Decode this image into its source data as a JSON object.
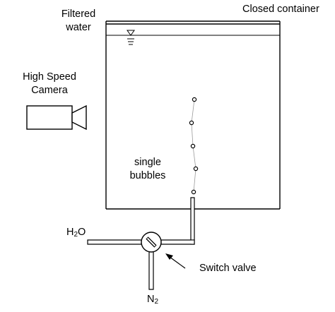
{
  "labels": {
    "filtered_water_line1": "Filtered",
    "filtered_water_line2": "water",
    "closed_container": "Closed container",
    "camera_line1": "High Speed",
    "camera_line2": "Camera",
    "bubbles_line1": "single",
    "bubbles_line2": "bubbles",
    "h2o_main": "H",
    "h2o_sub": "2",
    "h2o_tail": "O",
    "n2_main": "N",
    "n2_sub": "2",
    "switch_valve": "Switch valve"
  },
  "icons": {
    "water_level": "water-level-triangle-icon",
    "camera": "video-camera-icon",
    "valve": "switch-valve-icon"
  },
  "colors": {
    "stroke": "#000000",
    "bubble_path": "#9a9a9a",
    "background": "#ffffff"
  }
}
